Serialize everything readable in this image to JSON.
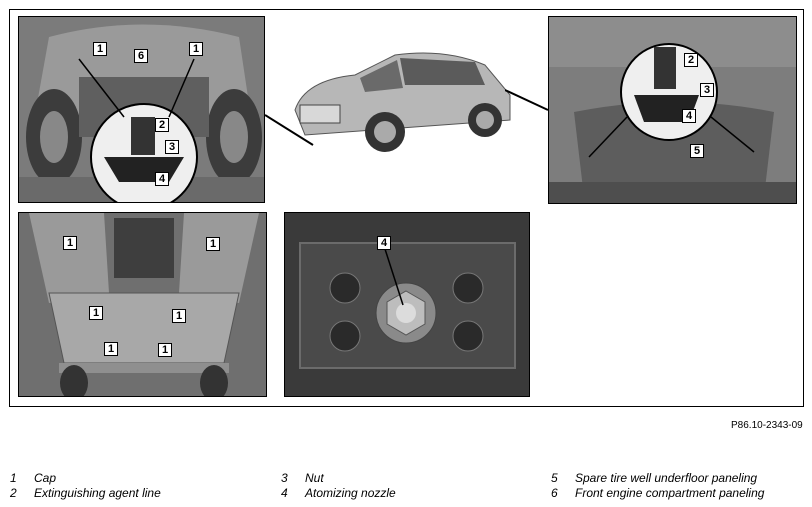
{
  "figure": {
    "reference": "P86.10-2343-09",
    "callouts": {
      "front_top": [
        "1",
        "6",
        "1",
        "2",
        "3",
        "4"
      ],
      "rear_top": [
        "2",
        "3",
        "4",
        "5"
      ],
      "underbody": [
        "1",
        "1",
        "1",
        "1",
        "1",
        "1"
      ],
      "closeup": [
        "4"
      ]
    }
  },
  "legend": [
    {
      "number": "1",
      "label": "Cap"
    },
    {
      "number": "2",
      "label": "Extinguishing agent line"
    },
    {
      "number": "3",
      "label": "Nut"
    },
    {
      "number": "4",
      "label": "Atomizing nozzle"
    },
    {
      "number": "5",
      "label": "Spare tire well underfloor paneling"
    },
    {
      "number": "6",
      "label": "Front engine compartment paneling"
    }
  ]
}
